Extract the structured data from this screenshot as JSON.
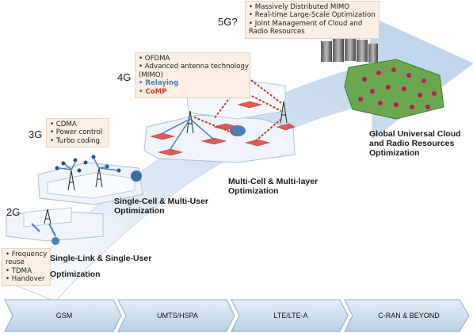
{
  "colors": {
    "accent_red": "#c0392b",
    "accent_blue": "#4a7fb5",
    "arrow_blue": "#cfe0f1",
    "cell_red": "#e05a5a",
    "green_cloud": "#6aa84f"
  },
  "generations": {
    "g2": "2G",
    "g3": "3G",
    "g4": "4G",
    "g5": "5G?"
  },
  "boxes": {
    "g2": [
      "• Frequency",
      "reuse",
      "• TDMA",
      "• Handover"
    ],
    "g3": [
      "• CDMA",
      "• Power control",
      "• Turbo coding"
    ],
    "g4": {
      "items": [
        "• OFDMA",
        "• Advanced antenna technology",
        "(MIMO)"
      ],
      "relaying": "• Relaying",
      "comp": "• CoMP"
    },
    "g5": [
      "• Massively Distributed MIMO",
      "• Real-time Large-Scale Optimization",
      "• Joint Management of Cloud and",
      "Radio Resources"
    ]
  },
  "optimizations": {
    "single_link": [
      "Single-Link & Single-User",
      "Optimization"
    ],
    "single_cell": [
      "Single-Cell & Multi-User",
      "Optimization"
    ],
    "multi_cell": [
      "Multi-Cell & Multi-layer",
      "Optimization"
    ],
    "global": [
      "Global Universal Cloud",
      "and Radio Resources",
      "Optimization"
    ]
  },
  "timeline": [
    "GSM",
    "UMTS/HSPA",
    "LTE/LTE-A",
    "C-RAN & BEYOND"
  ]
}
